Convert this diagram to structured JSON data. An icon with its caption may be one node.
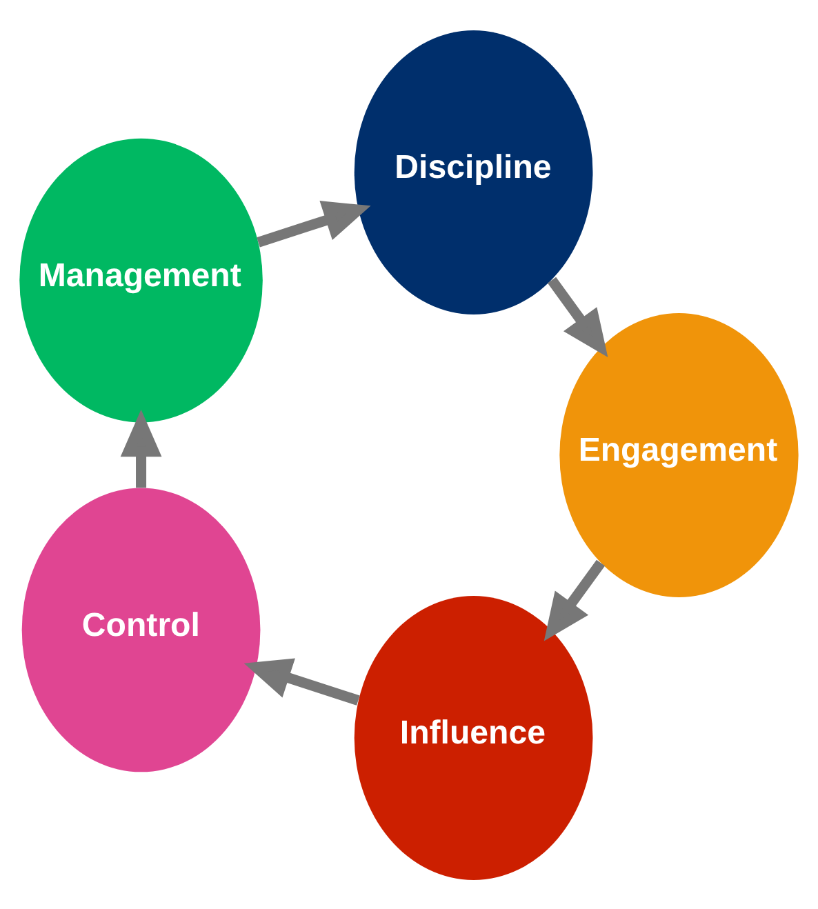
{
  "diagram": {
    "nodes": [
      {
        "text": [
          "Influence"
        ]
      },
      {
        "text": [
          "Control"
        ]
      },
      {
        "text": [
          "Management"
        ]
      },
      {
        "text": [
          "Discipline"
        ]
      },
      {
        "text": [
          "Engagement"
        ]
      }
    ],
    "edges": [
      {
        "from": 0,
        "to": 1,
        "arrow": "to"
      },
      {
        "from": 1,
        "to": 2,
        "arrow": "to"
      },
      {
        "from": 2,
        "to": 3,
        "arrow": "to"
      },
      {
        "from": 3,
        "to": 4,
        "arrow": "to"
      },
      {
        "from": 4,
        "to": 0,
        "arrow": "to"
      }
    ]
  }
}
